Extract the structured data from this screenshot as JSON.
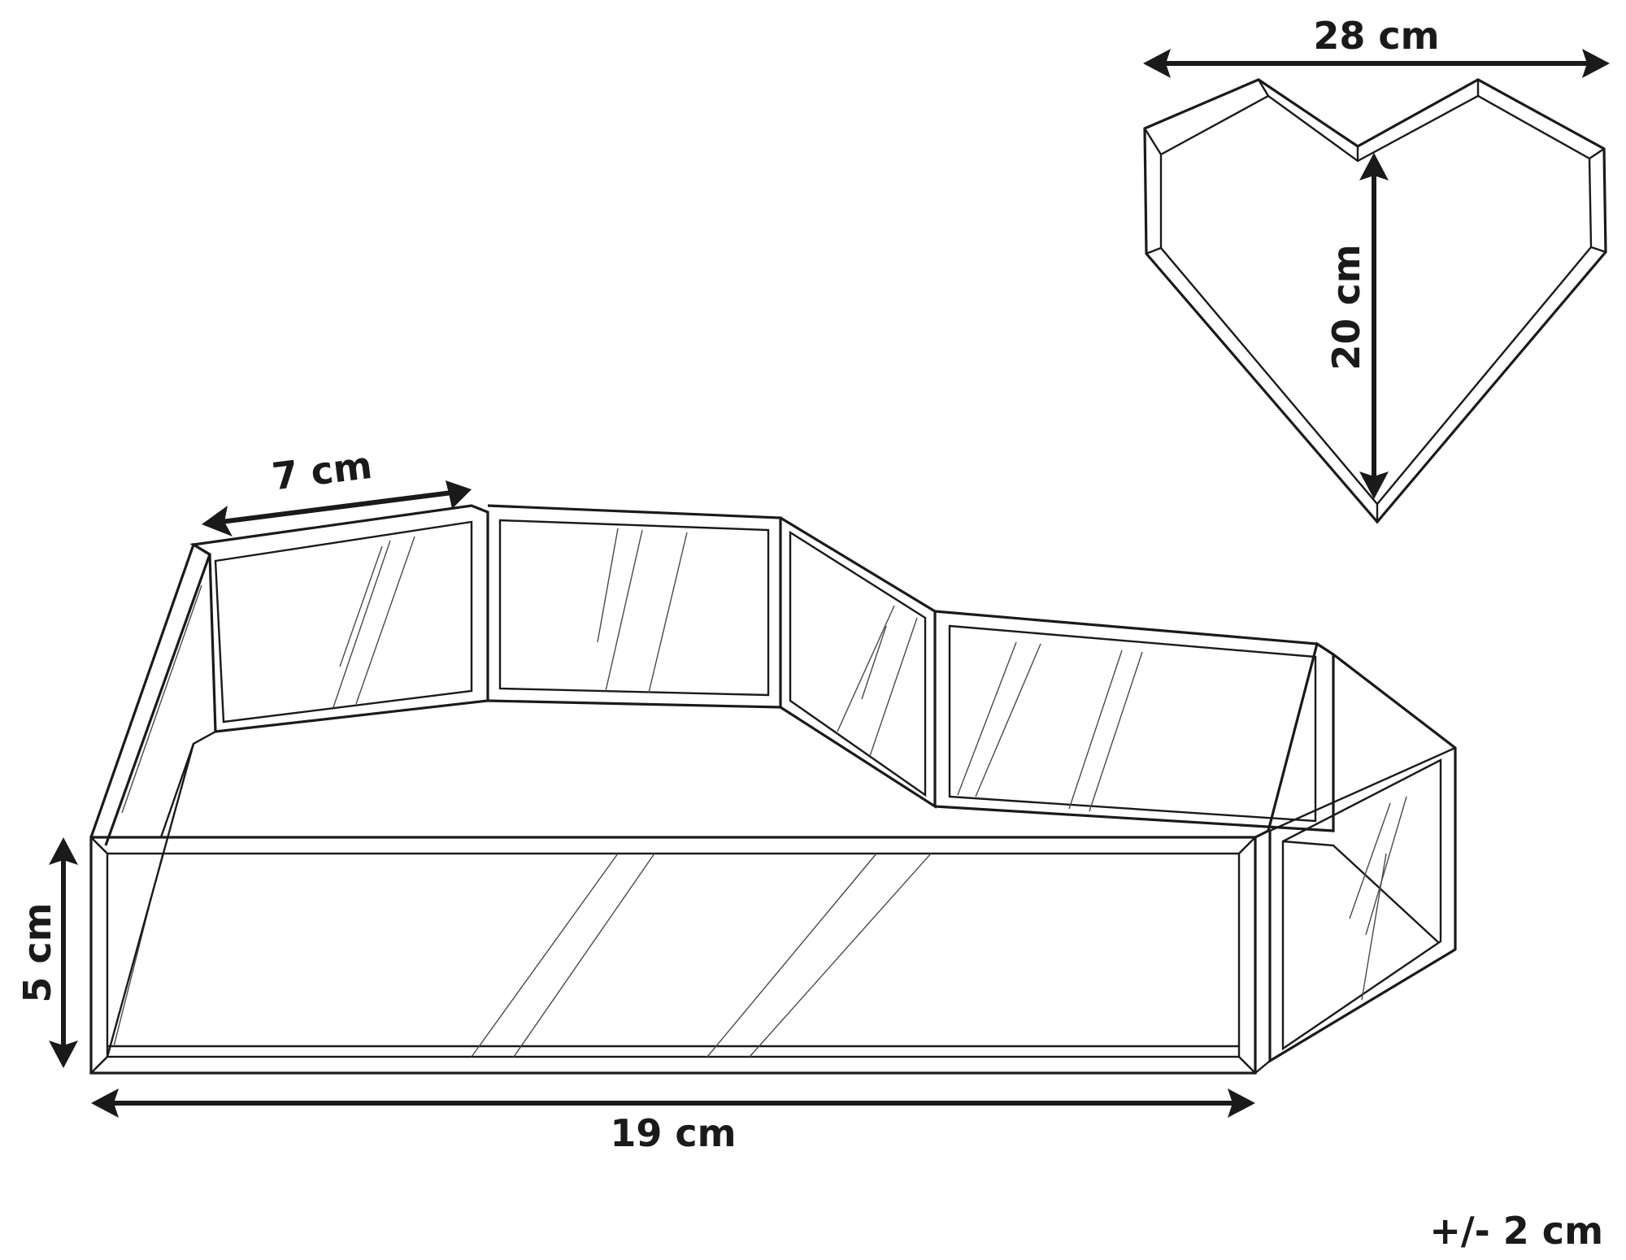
{
  "dimensions": {
    "width_28": "28 cm",
    "height_20": "20 cm",
    "side_7": "7 cm",
    "height_5": "5 cm",
    "length_19": "19 cm",
    "tolerance": "+/- 2 cm"
  },
  "colors": {
    "line": "#1a1a1a",
    "background": "#ffffff"
  }
}
